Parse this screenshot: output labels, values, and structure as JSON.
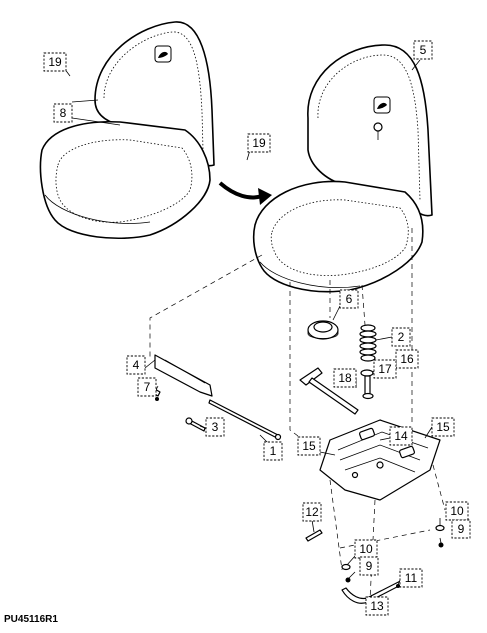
{
  "figure": {
    "reference_code": "PU45116R1",
    "callouts": [
      {
        "id": "c19a",
        "label": "19"
      },
      {
        "id": "c8",
        "label": "8"
      },
      {
        "id": "c19b",
        "label": "19"
      },
      {
        "id": "c5",
        "label": "5"
      },
      {
        "id": "c6",
        "label": "6"
      },
      {
        "id": "c2",
        "label": "2"
      },
      {
        "id": "c16",
        "label": "16"
      },
      {
        "id": "c17",
        "label": "17"
      },
      {
        "id": "c18",
        "label": "18"
      },
      {
        "id": "c4",
        "label": "4"
      },
      {
        "id": "c7",
        "label": "7"
      },
      {
        "id": "c3",
        "label": "3"
      },
      {
        "id": "c1",
        "label": "1"
      },
      {
        "id": "c15a",
        "label": "15"
      },
      {
        "id": "c14",
        "label": "14"
      },
      {
        "id": "c15b",
        "label": "15"
      },
      {
        "id": "c12",
        "label": "12"
      },
      {
        "id": "c10a",
        "label": "10"
      },
      {
        "id": "c9a",
        "label": "9"
      },
      {
        "id": "c10b",
        "label": "10"
      },
      {
        "id": "c9b",
        "label": "9"
      },
      {
        "id": "c11",
        "label": "11"
      },
      {
        "id": "c13",
        "label": "13"
      }
    ]
  }
}
